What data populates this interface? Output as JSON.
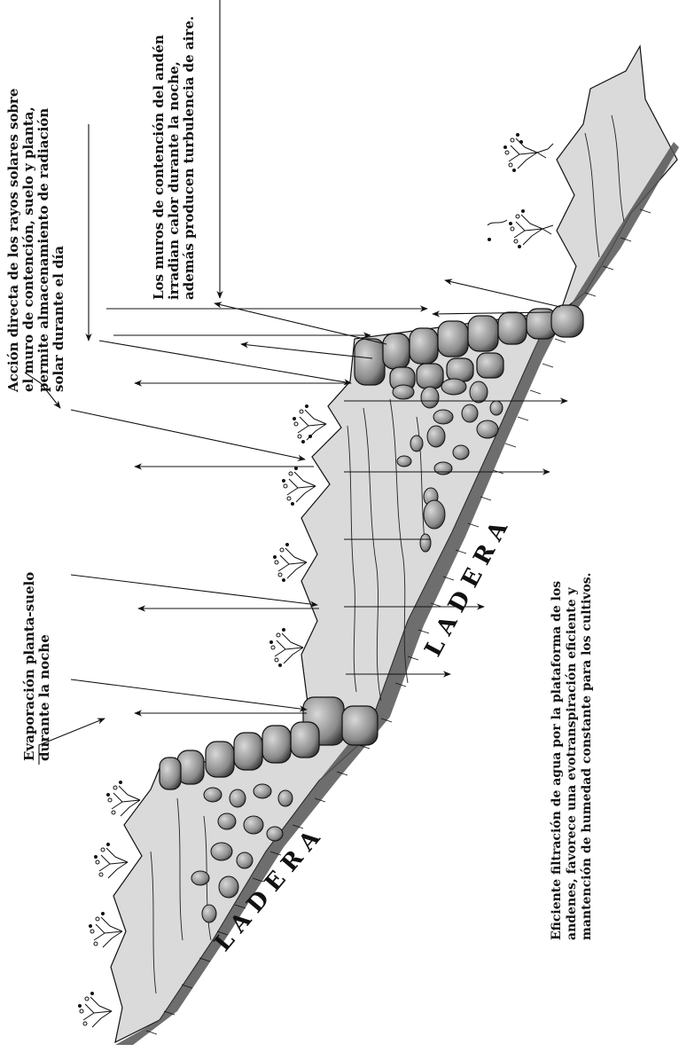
{
  "labels": {
    "solar_line1": "Acción directa de los rayos solares sobre",
    "solar_line2": "el muro de contención, suelo y planta,",
    "solar_line3": "permite almacenamiento de radiación",
    "solar_line4": "solar durante el día",
    "walls_line1": "Los muros de contención del andén",
    "walls_line2": "irradian calor durante la noche,",
    "walls_line3": "además producen turbulencia de aire.",
    "evap_line1": "Evaporación planta-suelo",
    "evap_line2": "durante la noche",
    "filt_line1": "Eficiente filtración de agua por la plataforma de los",
    "filt_line2": "andenes, favorece una evotranspiración eficiente y",
    "filt_line3": "mantención de humedad constante para los cultivos.",
    "ladera_upper": "L A D E R A",
    "ladera_lower": "L A D E R A"
  },
  "colors": {
    "soil_fill": "#dadada",
    "stone_fill": "#a8a8a8",
    "stone_dark": "#4a4a4a",
    "ink": "#111111"
  }
}
